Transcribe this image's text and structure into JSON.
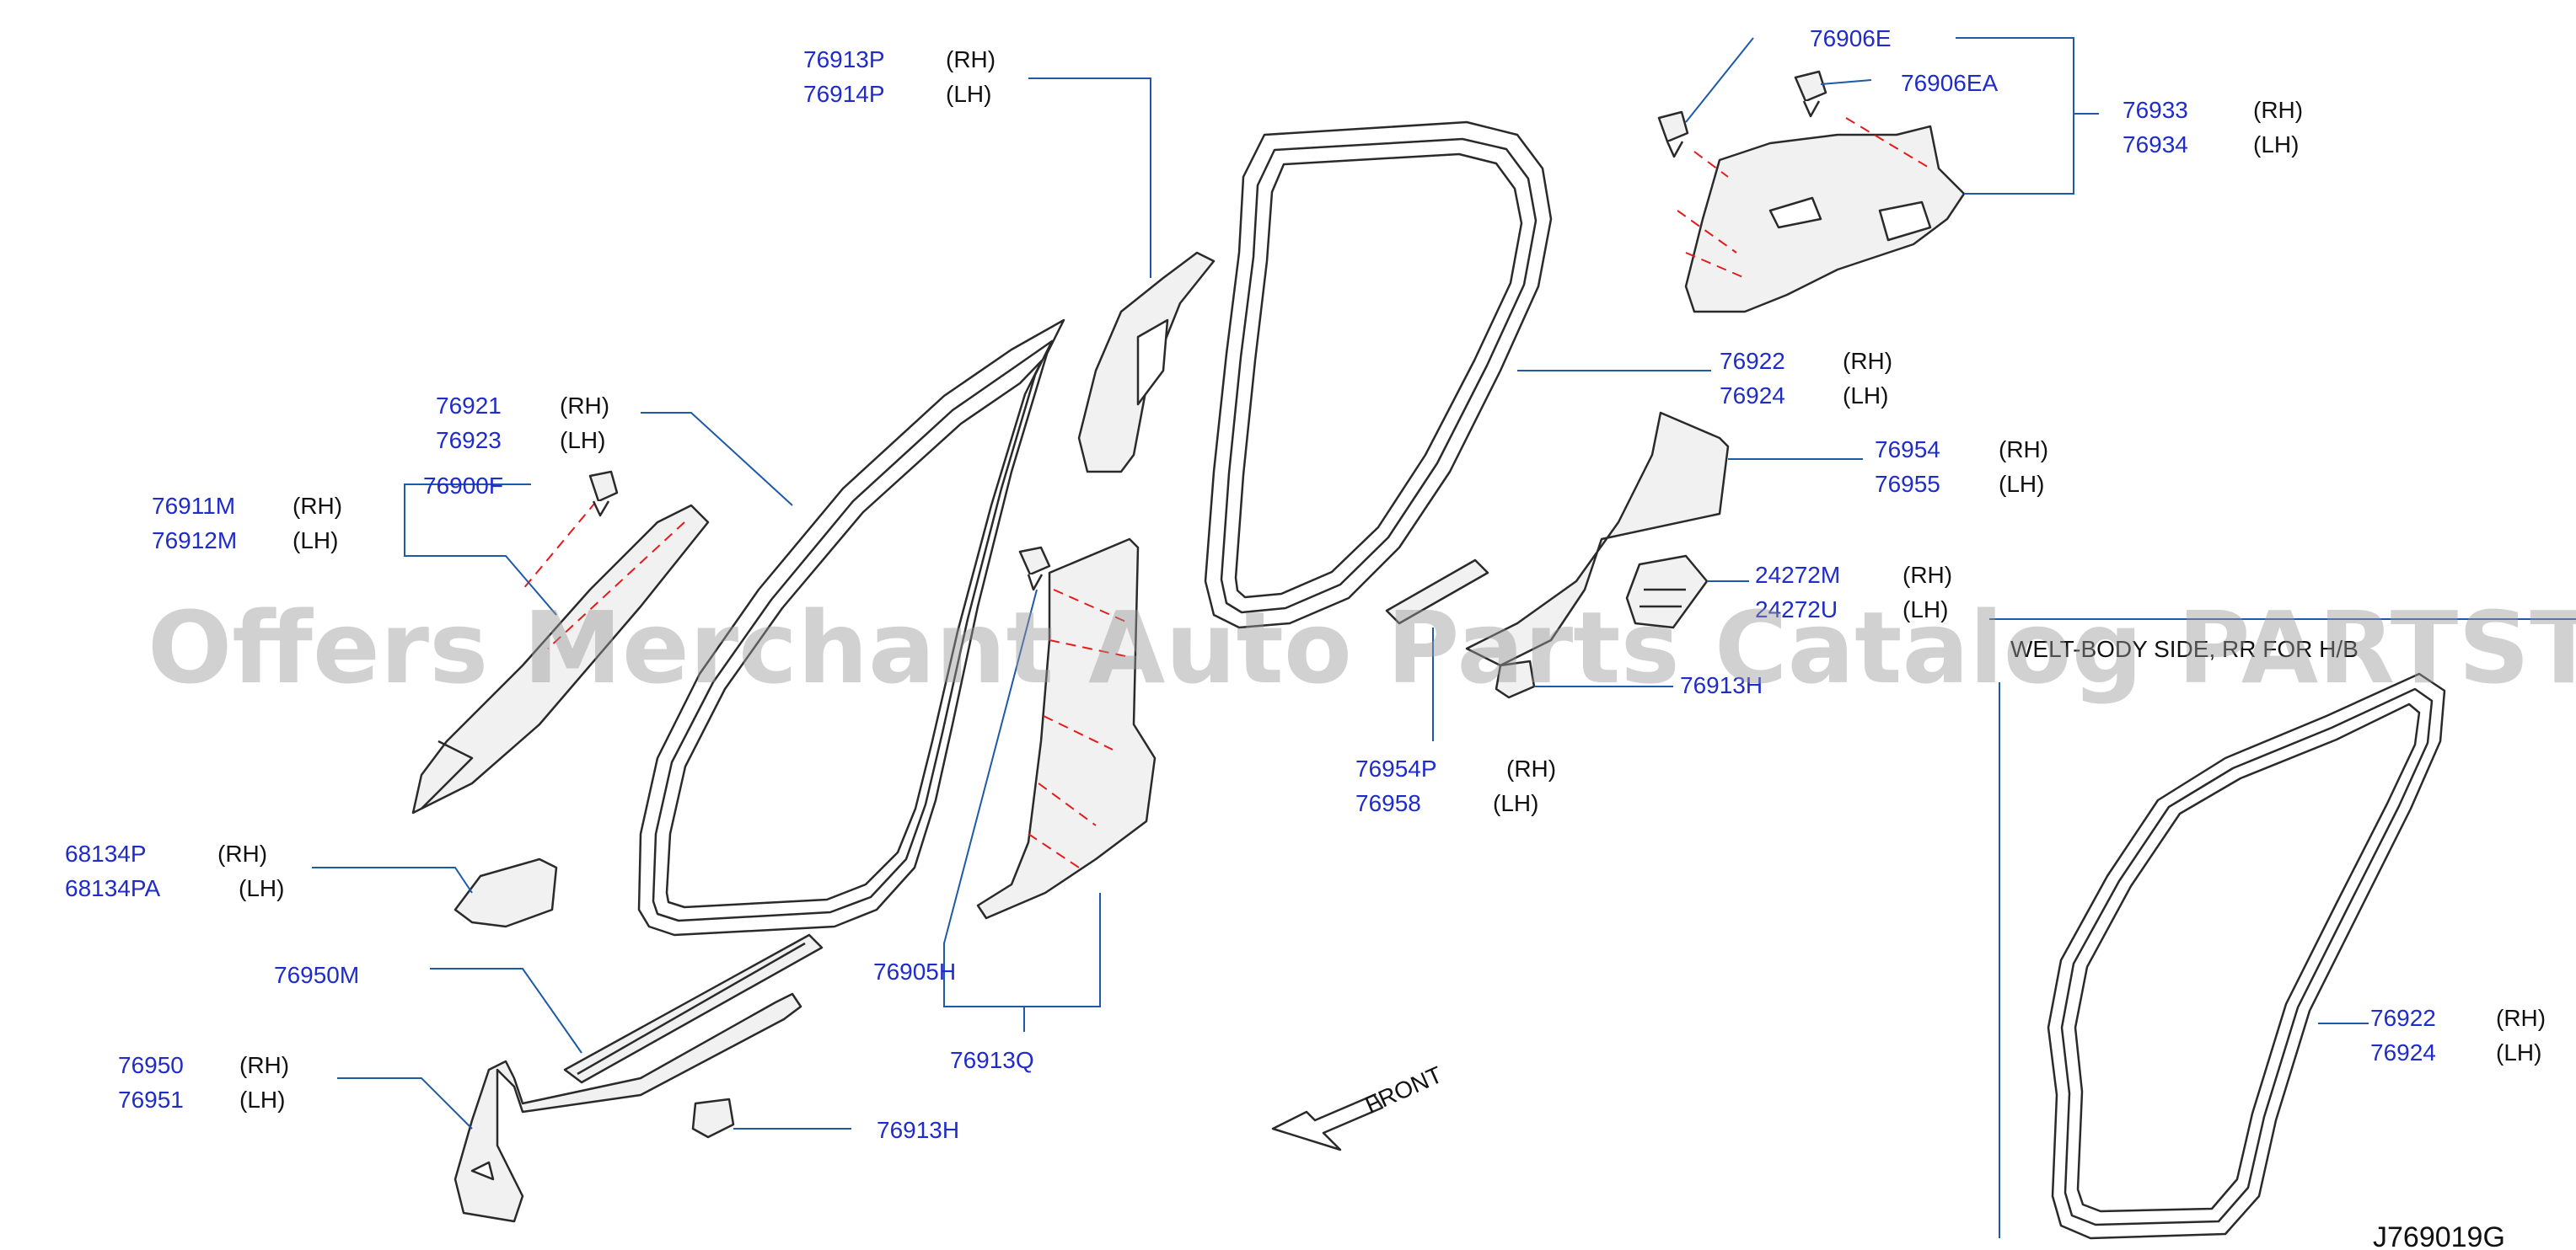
{
  "watermark": "Offers Merchant Auto Parts Catalog PARTSTORE.SA",
  "diagram_code": "J769019G",
  "front_label": "FRONT",
  "inset_label": "WELT-BODY SIDE, RR FOR H/B",
  "callouts": {
    "c76913p": {
      "number": "76913P",
      "side": "(RH)"
    },
    "c76914p": {
      "number": "76914P",
      "side": "(LH)"
    },
    "c76906e": {
      "number": "76906E"
    },
    "c76906ea": {
      "number": "76906EA"
    },
    "c76933": {
      "number": "76933",
      "side": "(RH)"
    },
    "c76934": {
      "number": "76934",
      "side": "(LH)"
    },
    "c76921": {
      "number": "76921",
      "side": "(RH)"
    },
    "c76923": {
      "number": "76923",
      "side": "(LH)"
    },
    "c76922a": {
      "number": "76922",
      "side": "(RH)"
    },
    "c76924a": {
      "number": "76924",
      "side": "(LH)"
    },
    "c76911m": {
      "number": "76911M",
      "side": "(RH)"
    },
    "c76912m": {
      "number": "76912M",
      "side": "(LH)"
    },
    "c76900f": {
      "number": "76900F"
    },
    "c76954": {
      "number": "76954",
      "side": "(RH)"
    },
    "c76955": {
      "number": "76955",
      "side": "(LH)"
    },
    "c24272m": {
      "number": "24272M",
      "side": "(RH)"
    },
    "c24272u": {
      "number": "24272U",
      "side": "(LH)"
    },
    "c76913h_upper": {
      "number": "76913H"
    },
    "c76954p": {
      "number": "76954P",
      "side": "(RH)"
    },
    "c76958": {
      "number": "76958",
      "side": "(LH)"
    },
    "c68134p": {
      "number": "68134P",
      "side": "(RH)"
    },
    "c68134pa": {
      "number": "68134PA",
      "side": "(LH)"
    },
    "c76950m": {
      "number": "76950M"
    },
    "c76905h": {
      "number": "76905H"
    },
    "c76913q": {
      "number": "76913Q"
    },
    "c76950": {
      "number": "76950",
      "side": "(RH)"
    },
    "c76951": {
      "number": "76951",
      "side": "(LH)"
    },
    "c76913h_lower": {
      "number": "76913H"
    },
    "c76922b": {
      "number": "76922",
      "side": "(RH)"
    },
    "c76924b": {
      "number": "76924",
      "side": "(LH)"
    }
  }
}
